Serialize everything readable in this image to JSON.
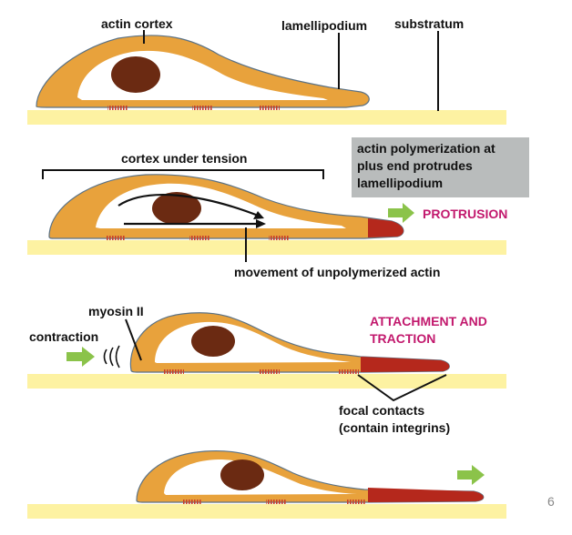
{
  "colors": {
    "substratum": "#fdf2a2",
    "cell_fill": "#e8a23c",
    "cell_outline": "#5b7285",
    "cytoplasm": "#ffffff",
    "nucleus": "#6b2a12",
    "lamellipodium_red": "#b5281c",
    "focal_contact": "#c73f2b",
    "arrow_green": "#8bc34a",
    "label_magenta": "#c2186d",
    "box_gray": "#b9bcbc"
  },
  "panel1": {
    "label_actin_cortex": "actin cortex",
    "label_lamellipodium": "lamellipodium",
    "label_substratum": "substratum"
  },
  "panel2": {
    "label_cortex_tension": "cortex under tension",
    "box_lines": [
      "actin polymerization at",
      "plus end protrudes",
      "lamellipodium"
    ],
    "label_protrusion": "PROTRUSION",
    "label_movement": "movement of unpolymerized actin"
  },
  "panel3": {
    "label_myosin": "myosin II",
    "label_contraction": "contraction",
    "label_attachment_lines": [
      "ATTACHMENT AND",
      "TRACTION"
    ],
    "label_focal_lines": [
      "focal contacts",
      "(contain integrins)"
    ]
  },
  "page_number": "6"
}
